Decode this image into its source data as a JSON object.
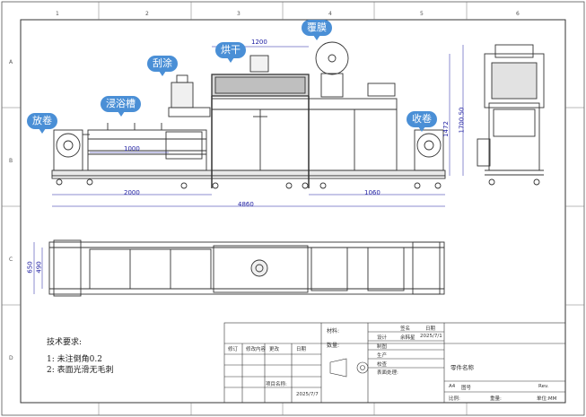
{
  "callouts": {
    "unwind": "放卷",
    "dip_tank": "浸浴槽",
    "scrape": "刮涂",
    "dry": "烘干",
    "laminate": "覆膜",
    "rewind": "收卷"
  },
  "dimensions": {
    "dry_length": "1200",
    "tank_length": "1000",
    "left_len": "2000",
    "right_len": "1060",
    "total_len": "4860",
    "height_1": "1472",
    "height_2": "1700.50",
    "width_1": "650",
    "width_2": "490"
  },
  "grid": {
    "cols": [
      "1",
      "2",
      "3",
      "4",
      "5",
      "6"
    ],
    "rows": [
      "A",
      "B",
      "C",
      "D"
    ]
  },
  "notes": {
    "title": "技术要求:",
    "line1": "1: 未注倒角0.2",
    "line2": "2: 表面光滑无毛刺"
  },
  "title_block": {
    "material": "材料:",
    "qty": "数量:",
    "design": "设计",
    "designer": "余韩星",
    "date": "2025/7/1",
    "sign": "签名",
    "date_hdr": "日期",
    "drafter": "制图",
    "process": "生产",
    "check": "校查",
    "surface": "表面处理:",
    "part_name": "零件名称",
    "size": "A4",
    "drawing_no": "图号",
    "scale": "比例:",
    "weight": "重量:",
    "unit": "单位:MM",
    "rev": "Rev.",
    "project": "项目名称:",
    "project_date": "2025/7/7",
    "rev_hdr": "修订",
    "rev_content": "修改内容",
    "rev_person": "更改",
    "rev_date": "日期"
  }
}
